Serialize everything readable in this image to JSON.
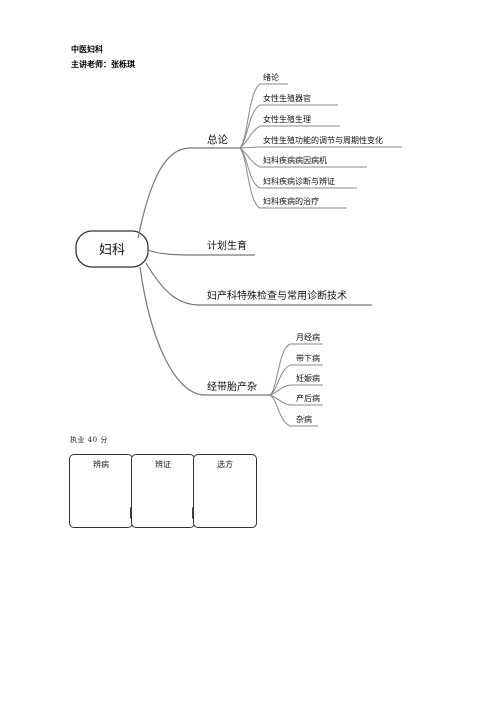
{
  "header": {
    "title": "中医妇科",
    "lecturer": "主讲老师：张栎琪"
  },
  "mindmap": {
    "root": "妇科",
    "branches": [
      {
        "label": "总论",
        "children": [
          "绪论",
          "女性生殖器官",
          "女性生殖生理",
          "女性生殖功能的调节与周期性变化",
          "妇科疾病病因病机",
          "妇科疾病诊断与辨证",
          "妇科疾病的治疗"
        ]
      },
      {
        "label": "计划生育",
        "children": []
      },
      {
        "label": "妇产科特殊检查与常用诊断技术",
        "children": []
      },
      {
        "label": "经带胎产杂",
        "children": [
          "月经病",
          "带下病",
          "妊娠病",
          "产后病",
          "杂病"
        ]
      }
    ]
  },
  "exam": {
    "note": "执业 40 分",
    "steps": [
      "辨病",
      "辨证",
      "选方"
    ]
  }
}
